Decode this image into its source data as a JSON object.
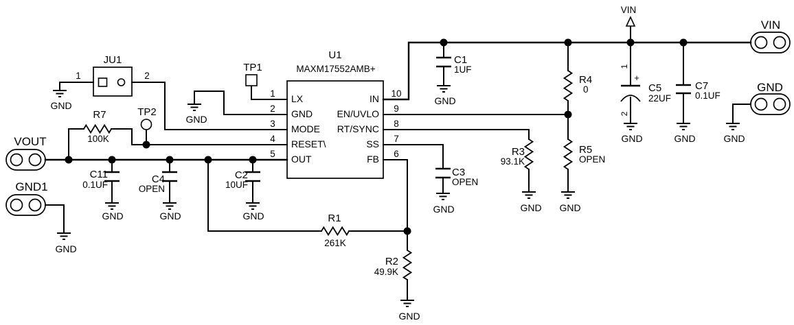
{
  "labels": {
    "gnd": "GND"
  },
  "power": {
    "vin": "VIN"
  },
  "u1": {
    "ref": "U1",
    "part": "MAXM17552AMB+",
    "left_pins": [
      {
        "num": "1",
        "name": "LX"
      },
      {
        "num": "2",
        "name": "GND"
      },
      {
        "num": "3",
        "name": "MODE"
      },
      {
        "num": "4",
        "name": "RESET\\"
      },
      {
        "num": "5",
        "name": "OUT"
      }
    ],
    "right_pins": [
      {
        "num": "10",
        "name": "IN"
      },
      {
        "num": "9",
        "name": "EN/UVLO"
      },
      {
        "num": "8",
        "name": "RT/SYNC"
      },
      {
        "num": "7",
        "name": "SS"
      },
      {
        "num": "6",
        "name": "FB"
      }
    ]
  },
  "jumper": {
    "ref": "JU1",
    "pin1": "1",
    "pin2": "2"
  },
  "testpoints": {
    "tp1": "TP1",
    "tp2": "TP2"
  },
  "connectors": {
    "vout": "VOUT",
    "gnd1": "GND1",
    "vin": "VIN",
    "gnd": "GND"
  },
  "resistors": {
    "r1": {
      "ref": "R1",
      "value": "261K"
    },
    "r2": {
      "ref": "R2",
      "value": "49.9K"
    },
    "r3": {
      "ref": "R3",
      "value": "93.1K"
    },
    "r4": {
      "ref": "R4",
      "value": "0"
    },
    "r5": {
      "ref": "R5",
      "value": "OPEN"
    },
    "r7": {
      "ref": "R7",
      "value": "100K"
    }
  },
  "capacitors": {
    "c1": {
      "ref": "C1",
      "value": "1UF"
    },
    "c2": {
      "ref": "C2",
      "value": "10UF"
    },
    "c3": {
      "ref": "C3",
      "value": "OPEN"
    },
    "c4": {
      "ref": "C4",
      "value": "OPEN"
    },
    "c5": {
      "ref": "C5",
      "value": "22UF",
      "pin1": "1",
      "pin2": "2",
      "polarity": "+"
    },
    "c7": {
      "ref": "C7",
      "value": "0.1UF"
    },
    "c11": {
      "ref": "C11",
      "value": "0.1UF"
    }
  }
}
